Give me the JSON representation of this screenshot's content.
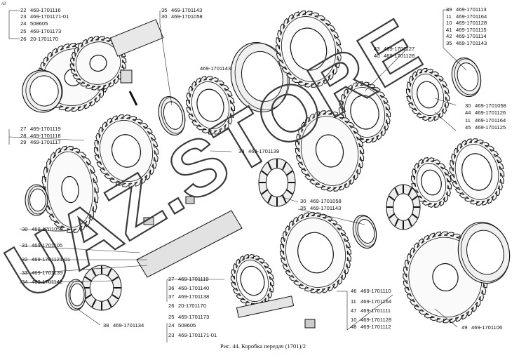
{
  "corner_mark": "ʌ8",
  "caption": "Рис. 44. Коробка передач (1701)/2",
  "watermark": "UAZ.STORE",
  "callouts_top_left": [
    {
      "n": "22",
      "part": "469-1701116"
    },
    {
      "n": "23",
      "part": "469-1701171-01"
    },
    {
      "n": "24",
      "part": "508605"
    },
    {
      "n": "25",
      "part": "469-1701173"
    },
    {
      "n": "26",
      "part": "20-1701170"
    }
  ],
  "callouts_top_center": [
    {
      "n": "35",
      "part": "469-1701143"
    },
    {
      "n": "30",
      "part": "469-1701058"
    }
  ],
  "callout_mid_top": {
    "part": "469-1701143"
  },
  "callouts_top_right": [
    {
      "n": "39",
      "part": "469-1701113"
    },
    {
      "n": "11",
      "part": "469-1701164"
    },
    {
      "n": "10",
      "part": "469-1701128"
    },
    {
      "n": "41",
      "part": "469-1701115"
    },
    {
      "n": "42",
      "part": "469-1701114"
    },
    {
      "n": "35",
      "part": "469-1701143"
    }
  ],
  "callouts_center_right": [
    {
      "n": "43",
      "part": "469-1701127"
    },
    {
      "n": "40",
      "part": "469-1701128"
    }
  ],
  "callouts_right_mid": [
    {
      "n": "30",
      "part": "469-1701058"
    },
    {
      "n": "44",
      "part": "469-1701126"
    },
    {
      "n": "11",
      "part": "469-1701164"
    },
    {
      "n": "45",
      "part": "469-1701125"
    }
  ],
  "callouts_left_mid": [
    {
      "n": "27",
      "part": "469-1701119"
    },
    {
      "n": "28",
      "part": "469-1701118"
    },
    {
      "n": "29",
      "part": "469-1701117"
    }
  ],
  "callout_center_33": {
    "n": "33",
    "part": "469-1701139"
  },
  "callouts_center_low": [
    {
      "n": "30",
      "part": "469-1701058"
    },
    {
      "n": "35",
      "part": "469-1701143"
    }
  ],
  "callouts_left_low": [
    {
      "n": "30",
      "part": "469-1701058"
    },
    {
      "n": "31",
      "part": "469-1701105"
    },
    {
      "n": "32",
      "part": "469-1701121-01"
    },
    {
      "n": "33",
      "part": "469-1701139"
    },
    {
      "n": "34",
      "part": "469-1701142"
    }
  ],
  "callout_bottom_38": {
    "n": "38",
    "part": "469-1701134"
  },
  "callouts_bottom_center": [
    {
      "n": "27",
      "part": "469-1701119"
    },
    {
      "n": "36",
      "part": "469-1701140"
    },
    {
      "n": "37",
      "part": "469-1701138"
    },
    {
      "n": "26",
      "part": "20-1701170"
    },
    {
      "n": "25",
      "part": "469-1701173"
    },
    {
      "n": "24",
      "part": "508605"
    },
    {
      "n": "23",
      "part": "469-1701171-01"
    }
  ],
  "callouts_bottom_right": [
    {
      "n": "46",
      "part": "469-1701110"
    },
    {
      "n": "11",
      "part": "469-1701164"
    },
    {
      "n": "47",
      "part": "469-1701111"
    },
    {
      "n": "10",
      "part": "469-1701128"
    },
    {
      "n": "48",
      "part": "469-1701112"
    }
  ],
  "callout_49": {
    "n": "49",
    "part": "469-1701106"
  }
}
